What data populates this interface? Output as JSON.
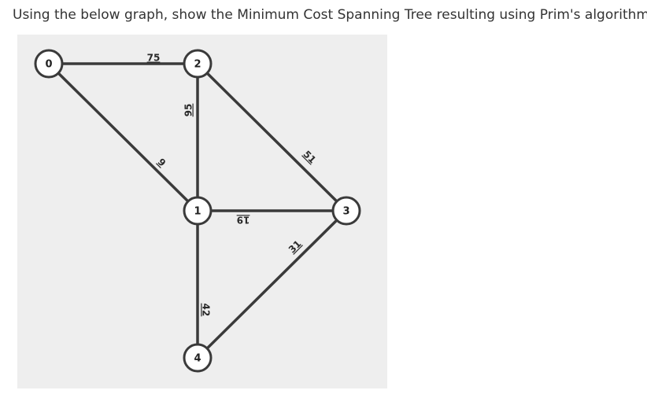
{
  "question": {
    "text": "Using the below graph, show the Minimum Cost Spanning Tree resulting using Prim's algorithm."
  },
  "graph": {
    "nodes": [
      {
        "id": "0",
        "label": "0"
      },
      {
        "id": "1",
        "label": "1"
      },
      {
        "id": "2",
        "label": "2"
      },
      {
        "id": "3",
        "label": "3"
      },
      {
        "id": "4",
        "label": "4"
      }
    ],
    "edges": [
      {
        "from": "0",
        "to": "2",
        "weight": "75"
      },
      {
        "from": "0",
        "to": "1",
        "weight": "9"
      },
      {
        "from": "2",
        "to": "1",
        "weight": "95"
      },
      {
        "from": "2",
        "to": "3",
        "weight": "51"
      },
      {
        "from": "1",
        "to": "3",
        "weight": "19"
      },
      {
        "from": "3",
        "to": "4",
        "weight": "31"
      },
      {
        "from": "1",
        "to": "4",
        "weight": "42"
      }
    ]
  }
}
